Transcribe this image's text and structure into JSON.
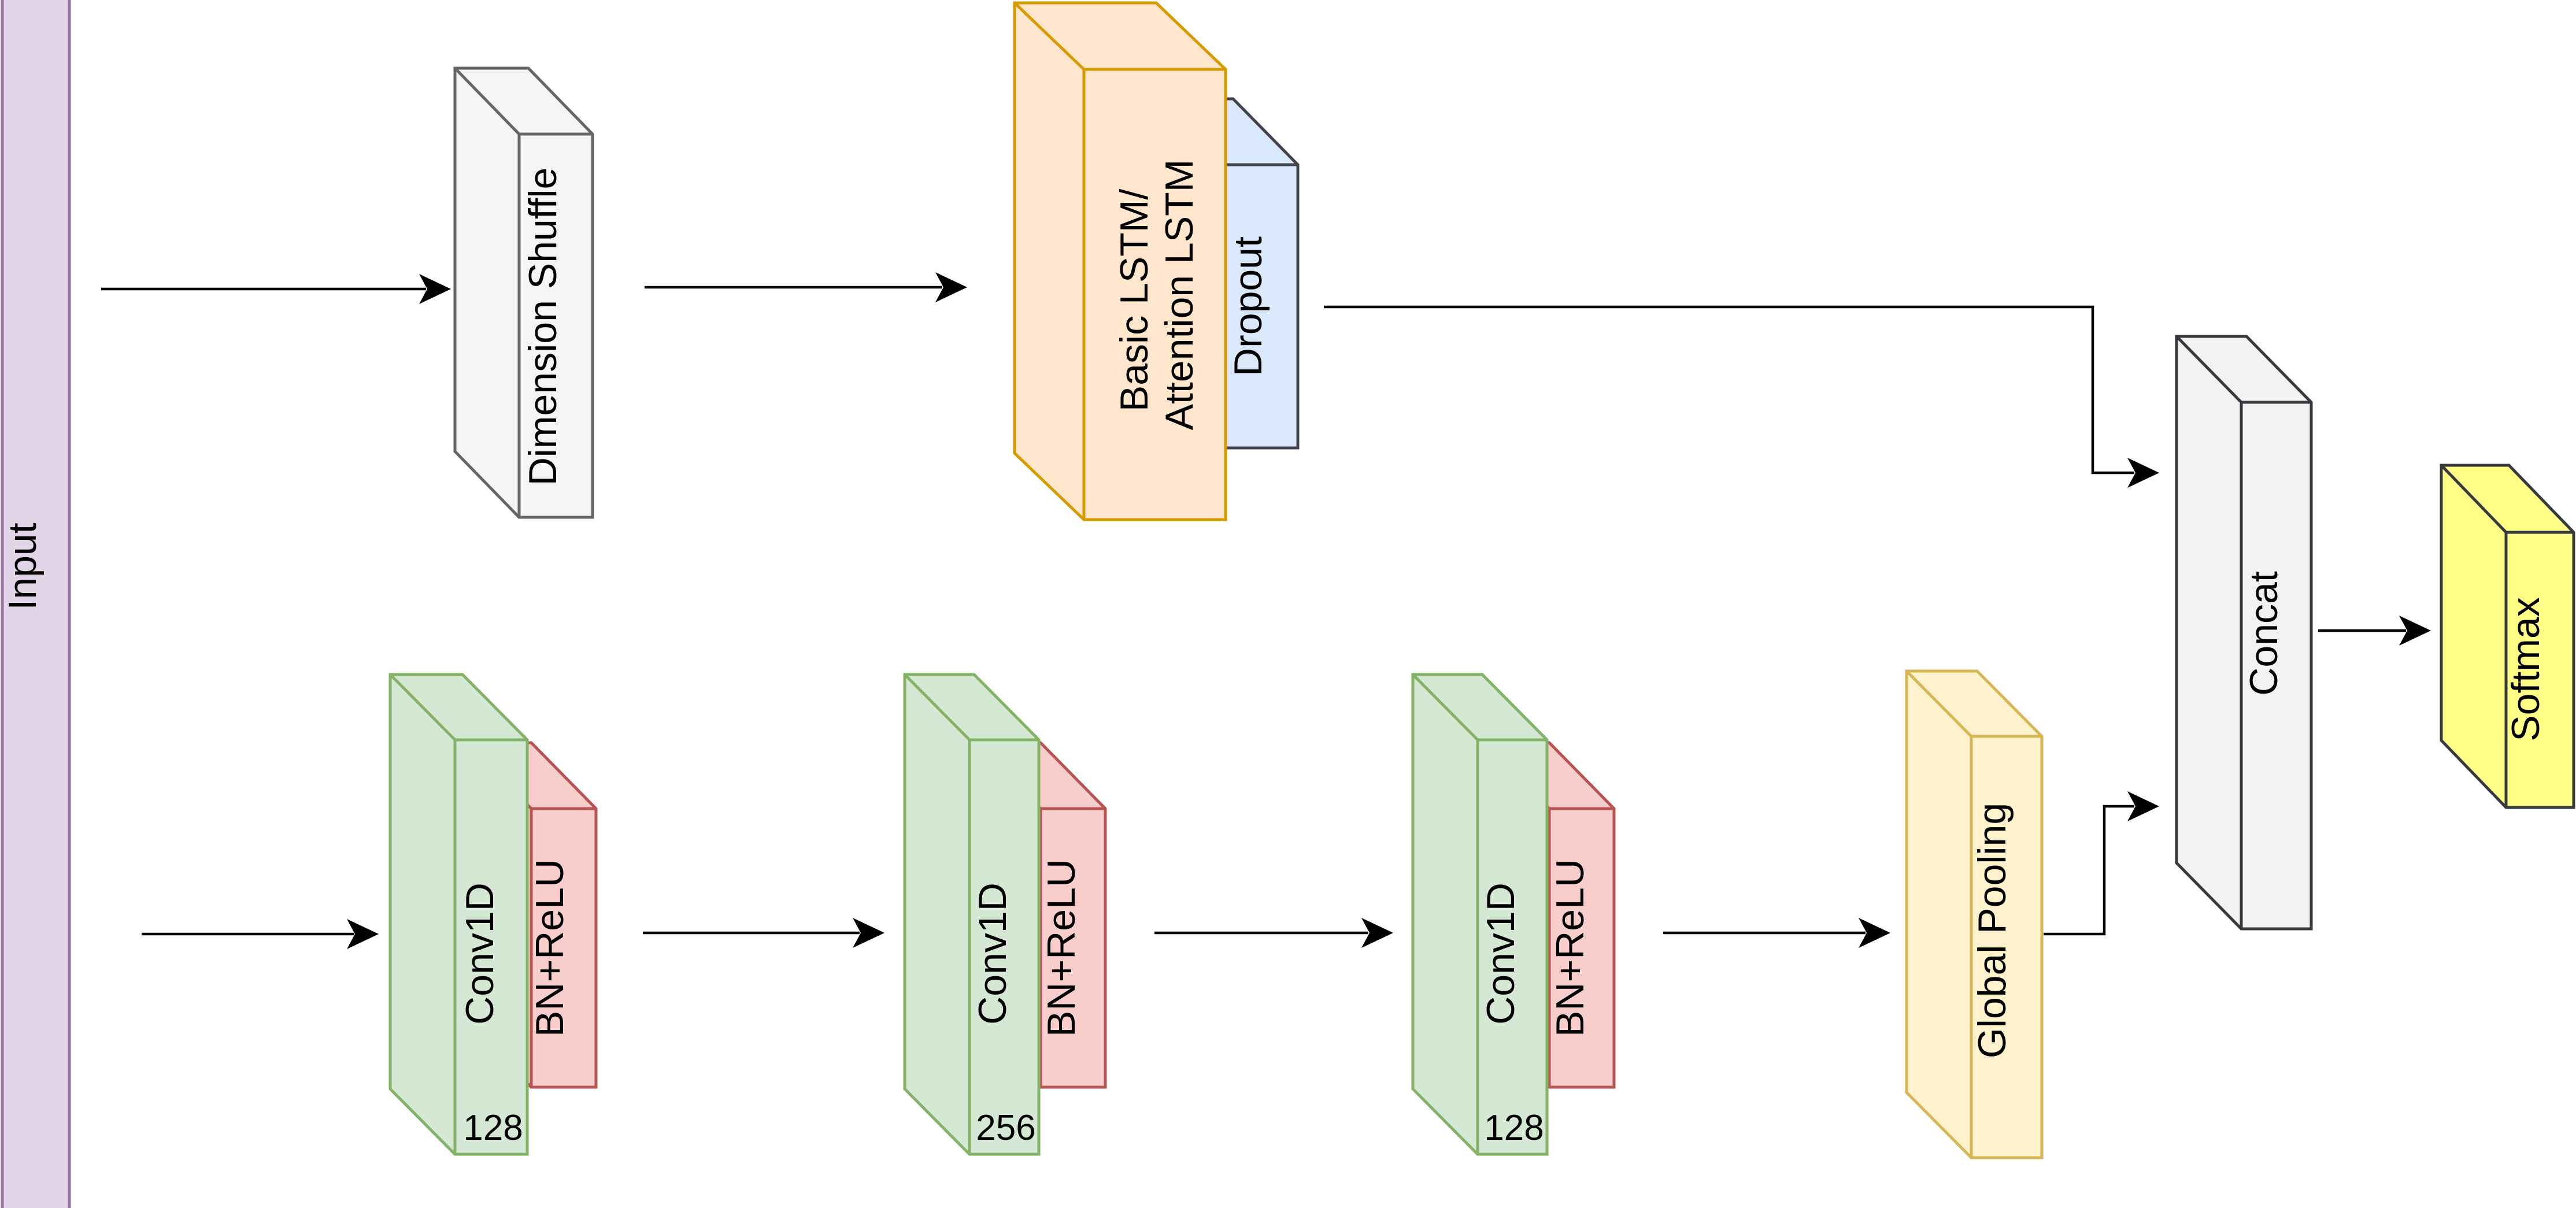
{
  "colors": {
    "background": "#FFFFFF",
    "arrow": "#000000",
    "text": "#000000",
    "input": {
      "fill": "#E1D5E7",
      "stroke": "#9673A6"
    },
    "shuffle": {
      "fill": "#F5F5F5",
      "stroke": "#666666"
    },
    "lstm": {
      "fill": "#FFE6CC",
      "stroke": "#D79B00"
    },
    "dropout": {
      "fill": "#DAE8FC",
      "stroke": "#40444A"
    },
    "conv": {
      "fill": "#D5E8D4",
      "stroke": "#82B366"
    },
    "bn_relu": {
      "fill": "#F8CECC",
      "stroke": "#B85450"
    },
    "pooling": {
      "fill": "#FFF2CC",
      "stroke": "#D6B656"
    },
    "concat": {
      "fill": "#F2F2F2",
      "stroke": "#36393D"
    },
    "softmax": {
      "fill": "#FFFF88",
      "stroke": "#36393D"
    }
  },
  "nodes": {
    "input": {
      "label": "Input"
    },
    "dimension_shuffle": {
      "label": "Dimension Shuffle"
    },
    "lstm": {
      "label_line1": "Basic LSTM/",
      "label_line2": "Attention LSTM"
    },
    "dropout": {
      "label": "Dropout"
    },
    "conv1": {
      "label": "Conv1D",
      "filters": "128"
    },
    "bn1": {
      "label": "BN+ReLU"
    },
    "conv2": {
      "label": "Conv1D",
      "filters": "256"
    },
    "bn2": {
      "label": "BN+ReLU"
    },
    "conv3": {
      "label": "Conv1D",
      "filters": "128"
    },
    "bn3": {
      "label": "BN+ReLU"
    },
    "global_pooling": {
      "label": "Global Pooling"
    },
    "concat": {
      "label": "Concat"
    },
    "softmax": {
      "label": "Softmax"
    }
  }
}
